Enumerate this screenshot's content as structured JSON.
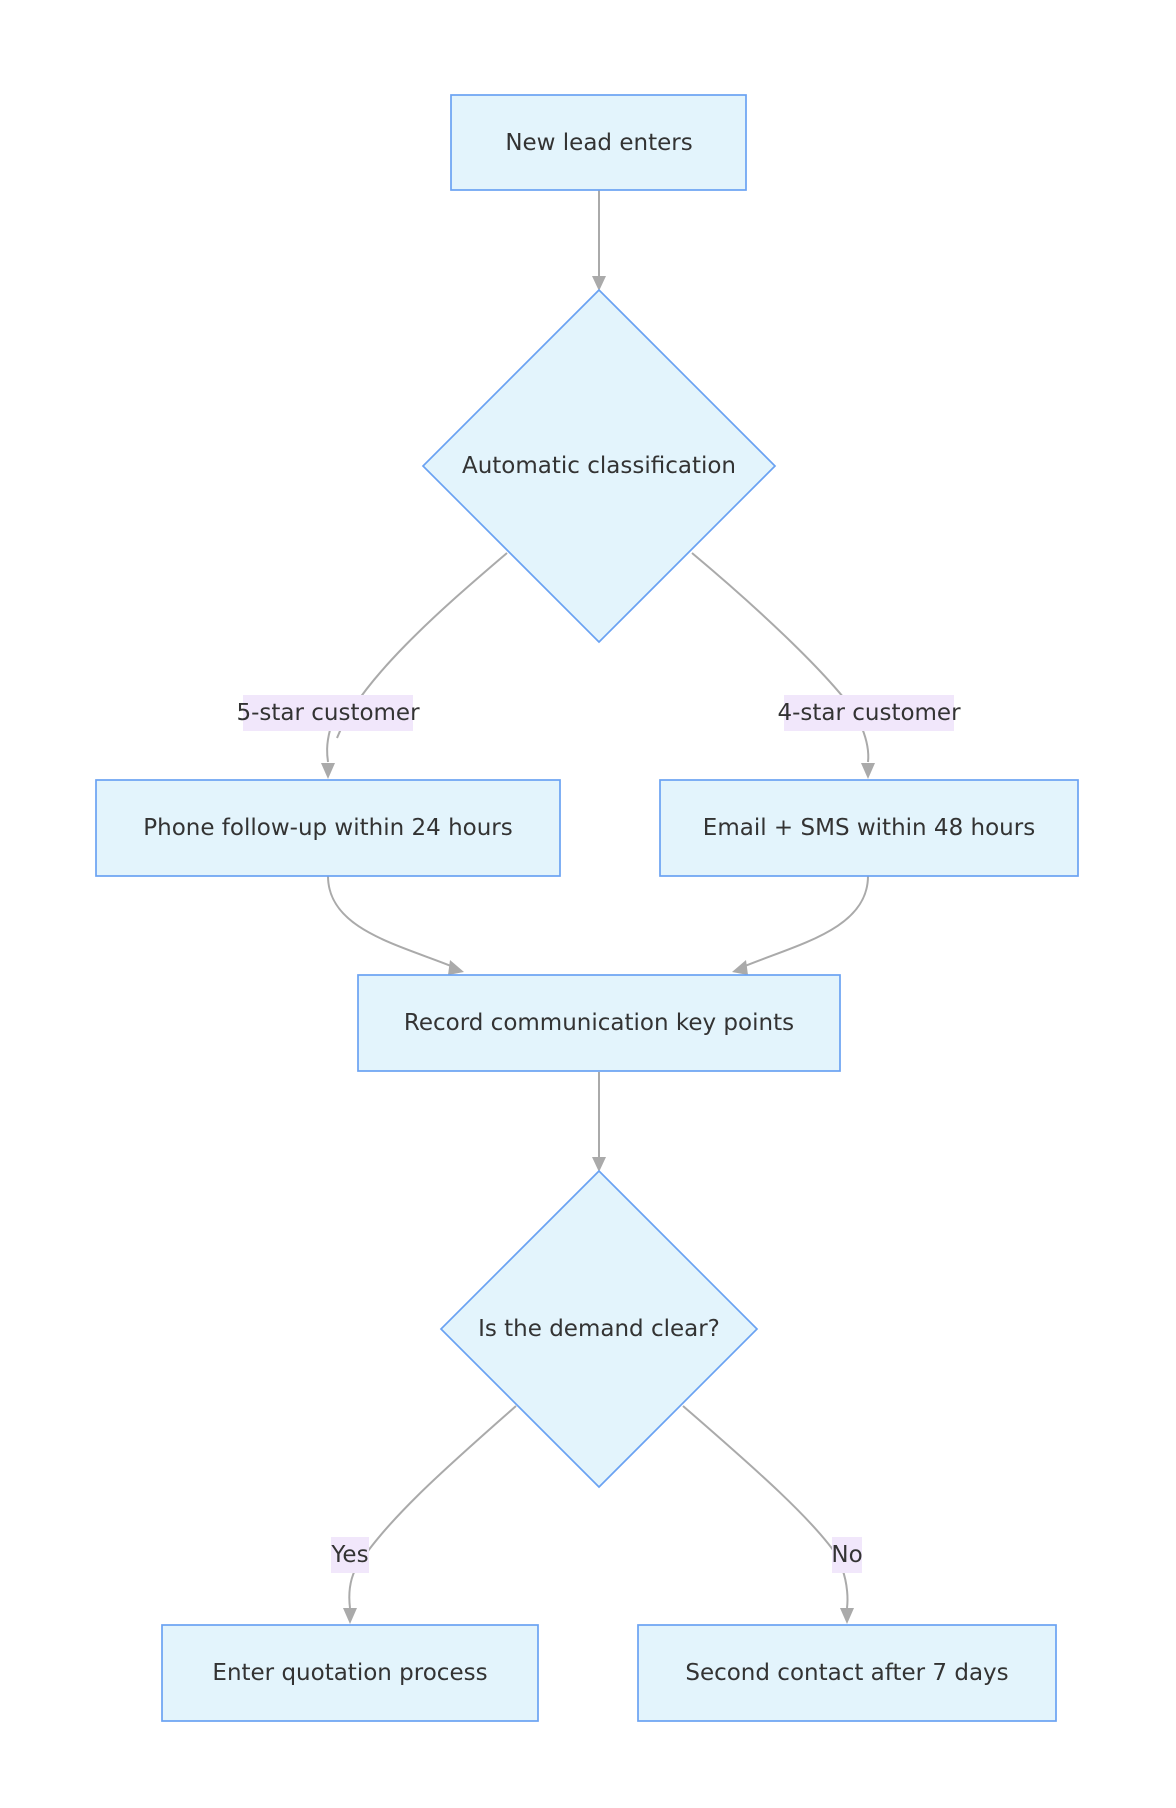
{
  "diagram": {
    "nodes": {
      "new_lead": "New lead enters",
      "classification": "Automatic classification",
      "phone_followup": "Phone follow-up within 24 hours",
      "email_sms": "Email + SMS within 48 hours",
      "record_points": "Record communication key points",
      "demand_clear": "Is the demand clear?",
      "quotation": "Enter quotation process",
      "second_contact": "Second contact after 7 days"
    },
    "edge_labels": {
      "five_star": "5-star customer",
      "four_star": "4-star customer",
      "yes": "Yes",
      "no": "No"
    },
    "colors": {
      "node_fill": "#e3f4fc",
      "node_stroke": "#6aa2f2",
      "edge": "#aaaaaa",
      "label_bg": "#f1e7fb",
      "text": "#333333"
    }
  }
}
